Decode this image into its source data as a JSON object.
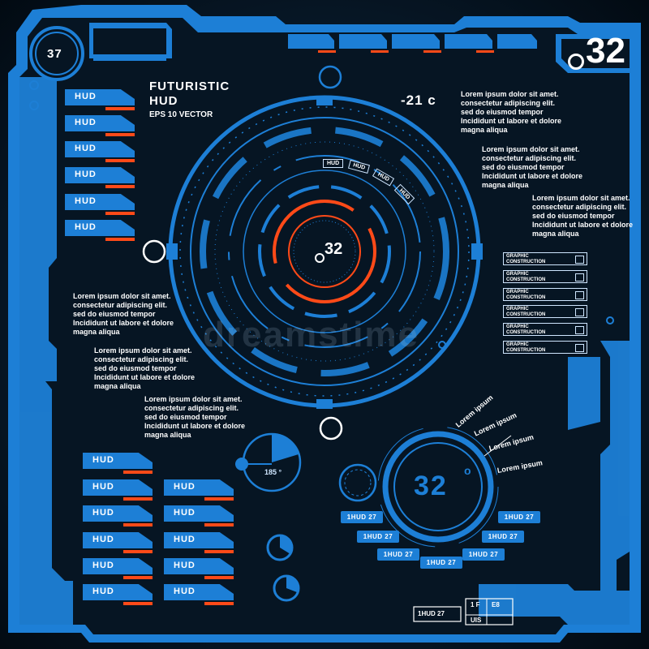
{
  "header": {
    "badge_left": "37",
    "counter_right": "32",
    "title_line1": "FUTURISTIC",
    "title_line2": "HUD",
    "subtitle": "EPS 10 VECTOR",
    "temperature": "-21 c"
  },
  "lorem": {
    "line1": "Lorem ipsum dolor sit amet.",
    "line2": "consectetur adipiscing elit.",
    "line3": "sed do eiusmod tempor",
    "line4": "Incididunt ut labore et dolore",
    "line5": "magna aliqua"
  },
  "tabs": {
    "label": "HUD"
  },
  "graphic_construction": {
    "line1": "GRAPHIC",
    "line2": "CONSTRUCTION"
  },
  "dial": {
    "center_value": "32",
    "labels": [
      "HUD",
      "HUD",
      "HUD",
      "HUD"
    ]
  },
  "gauge_small": {
    "value": "185 °"
  },
  "gauge_big": {
    "value": "32",
    "degree": "o",
    "rays": [
      "Lorem ipsum",
      "Lorem ipsum",
      "Lorem ipsum",
      "Lorem ipsum"
    ],
    "pill_label": "1HUD 27"
  },
  "footer": {
    "readout": "1HUD 27",
    "mini_panel": [
      "1 F",
      "E8",
      "UIS"
    ]
  },
  "watermark": "dreamstime",
  "colors": {
    "primary_blue": "#1d7fd6",
    "accent_orange": "#ff4a18",
    "dark_bg": "#061523"
  }
}
